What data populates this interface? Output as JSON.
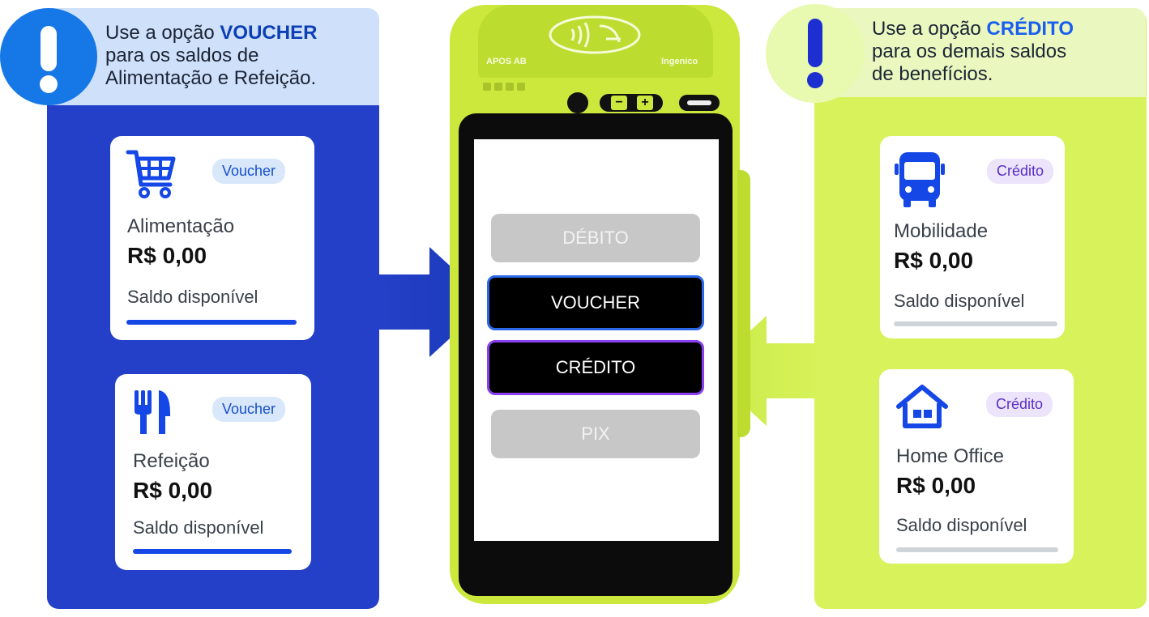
{
  "left_callout": {
    "prefix": "Use a opção ",
    "highlight": "VOUCHER",
    "line2": "para os saldos de",
    "line3": "Alimentação e Refeição.",
    "icon": "exclamation-icon"
  },
  "right_callout": {
    "prefix": "Use a opção ",
    "highlight": "CRÉDITO",
    "line2": "para os demais saldos",
    "line3": "de benefícios.",
    "icon": "exclamation-icon"
  },
  "left_cards": [
    {
      "icon": "shopping-cart-icon",
      "badge": "Voucher",
      "name": "Alimentação",
      "amount": "R$ 0,00",
      "status": "Saldo disponível"
    },
    {
      "icon": "fork-knife-icon",
      "badge": "Voucher",
      "name": "Refeição",
      "amount": "R$ 0,00",
      "status": "Saldo disponível"
    }
  ],
  "right_cards": [
    {
      "icon": "bus-icon",
      "badge": "Crédito",
      "name": "Mobilidade",
      "amount": "R$ 0,00",
      "status": "Saldo disponível"
    },
    {
      "icon": "home-icon",
      "badge": "Crédito",
      "name": "Home Office",
      "amount": "R$ 0,00",
      "status": "Saldo disponível"
    }
  ],
  "pos": {
    "brand_left": "APOS AB",
    "brand_right": "Ingenico",
    "minus": "−",
    "plus": "+",
    "options": [
      "DÉBITO",
      "VOUCHER",
      "CRÉDITO",
      "PIX"
    ]
  },
  "colors": {
    "left_panel": "#2440c8",
    "right_panel": "#d7f25a",
    "voucher_accent": "#1447e6",
    "credito_accent": "#8a3ff0"
  }
}
